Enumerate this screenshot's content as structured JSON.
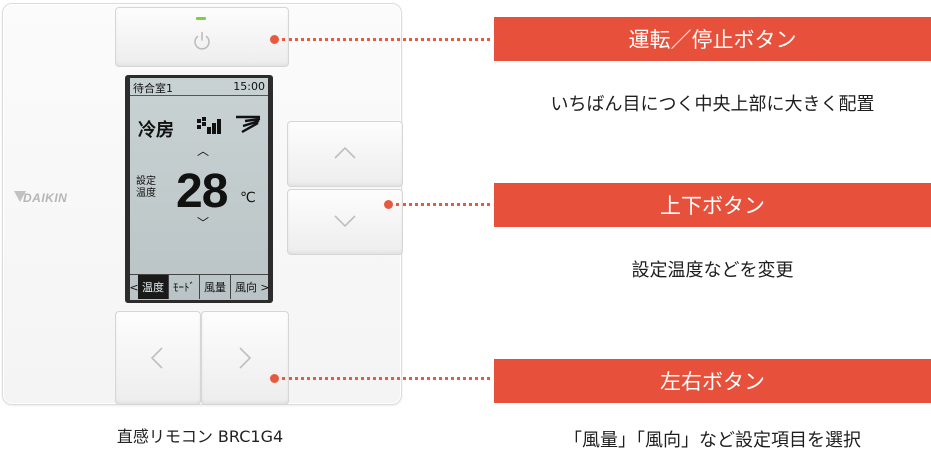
{
  "remote": {
    "brand": "DAIKIN",
    "model_label": "直感リモコン BRC1G4",
    "power_icon": "power-icon",
    "led_color": "#7bd23a"
  },
  "lcd": {
    "room": "待合室1",
    "time": "15:00",
    "mode": "冷房",
    "set_label_line1": "設定",
    "set_label_line2": "温度",
    "temperature": "28",
    "unit": "℃",
    "tabs": [
      "温度",
      "ﾓｰﾄﾞ",
      "風量",
      "風向"
    ],
    "active_tab": "温度",
    "signal_icon": "signal-strength-icon",
    "fan_icon": "airflow-icon"
  },
  "callouts": [
    {
      "title": "運転／停止ボタン",
      "description": "いちばん目につく中央上部に大きく配置"
    },
    {
      "title": "上下ボタン",
      "description": "設定温度などを変更"
    },
    {
      "title": "左右ボタン",
      "description": "「風量」「風向」など設定項目を選択"
    }
  ],
  "colors": {
    "accent": "#e7513b",
    "dots": "#e65a40",
    "lcd_bg": "#c4cdce"
  }
}
